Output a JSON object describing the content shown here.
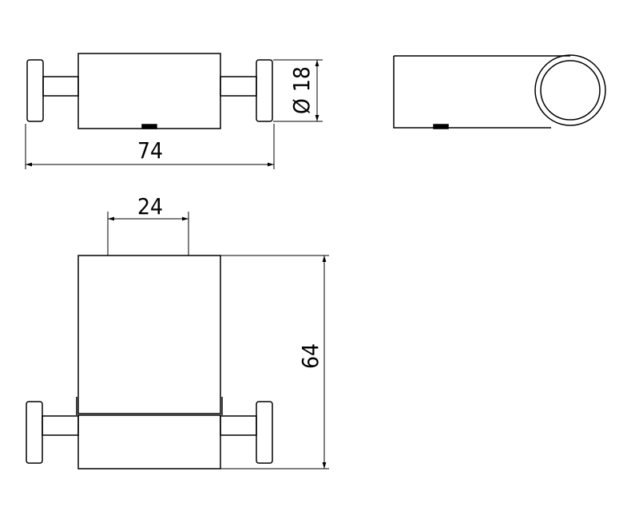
{
  "dimensions": {
    "width_label": "74",
    "diameter_label": "Ø 18",
    "top_width_label": "24",
    "height_label": "64"
  }
}
